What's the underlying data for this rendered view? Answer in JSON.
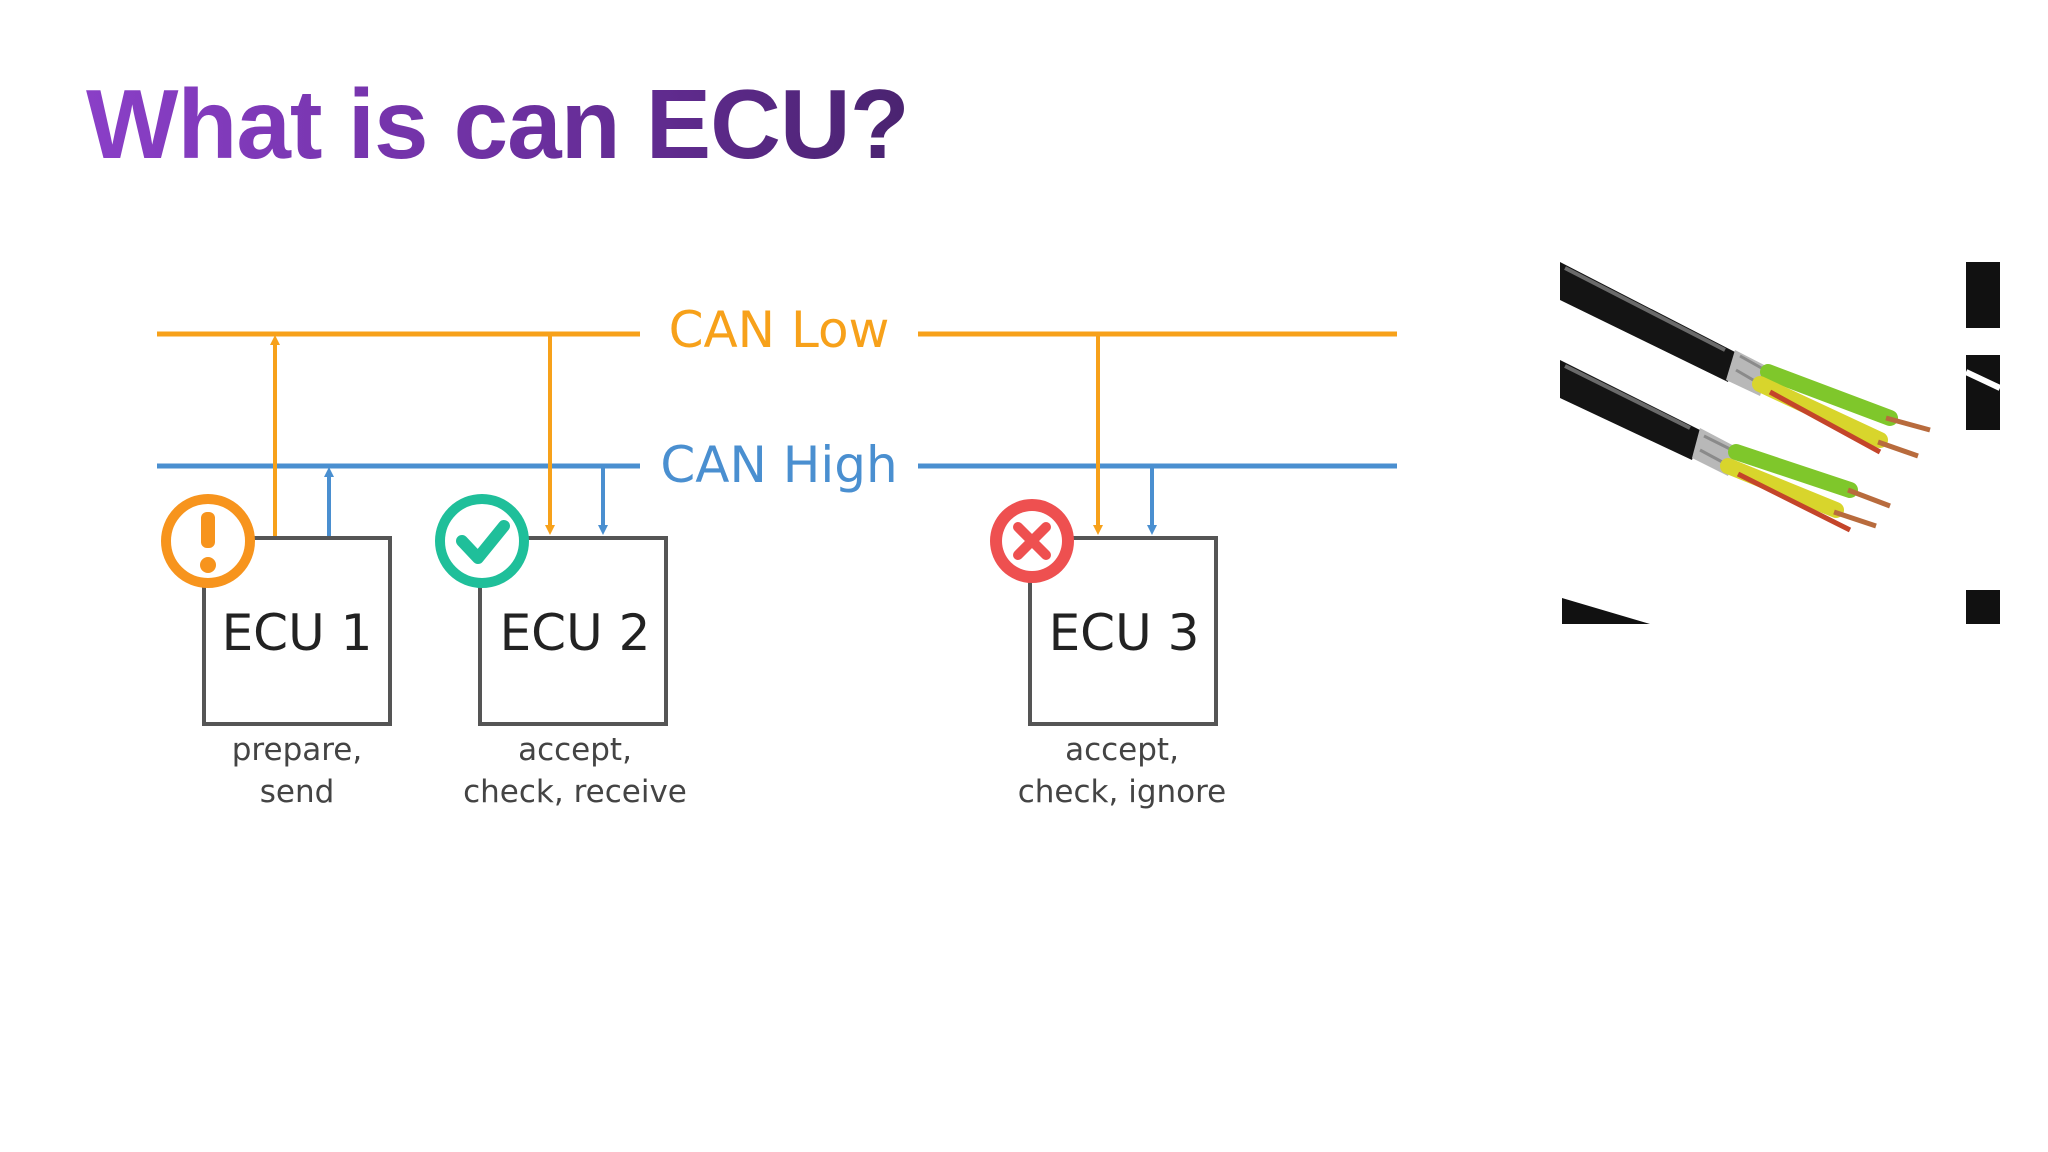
{
  "slide": {
    "title": "What is can ECU?"
  },
  "bus": {
    "can_low": {
      "label": "CAN Low",
      "color": "#f7a11a"
    },
    "can_high": {
      "label": "CAN High",
      "color": "#4a8fd0"
    }
  },
  "ecus": [
    {
      "name": "ECU 1",
      "status": "warning",
      "status_icon": "exclamation-icon",
      "status_color": "#f7941d",
      "caption_1": "prepare,",
      "caption_2": "send"
    },
    {
      "name": "ECU 2",
      "status": "ok",
      "status_icon": "checkmark-icon",
      "status_color": "#1fbf9a",
      "caption_1": "accept,",
      "caption_2": "check, receive"
    },
    {
      "name": "ECU 3",
      "status": "error",
      "status_icon": "cross-icon",
      "status_color": "#ee5050",
      "caption_1": "accept,",
      "caption_2": "check, ignore"
    }
  ],
  "photo": {
    "subject": "twisted pair cable photo"
  }
}
